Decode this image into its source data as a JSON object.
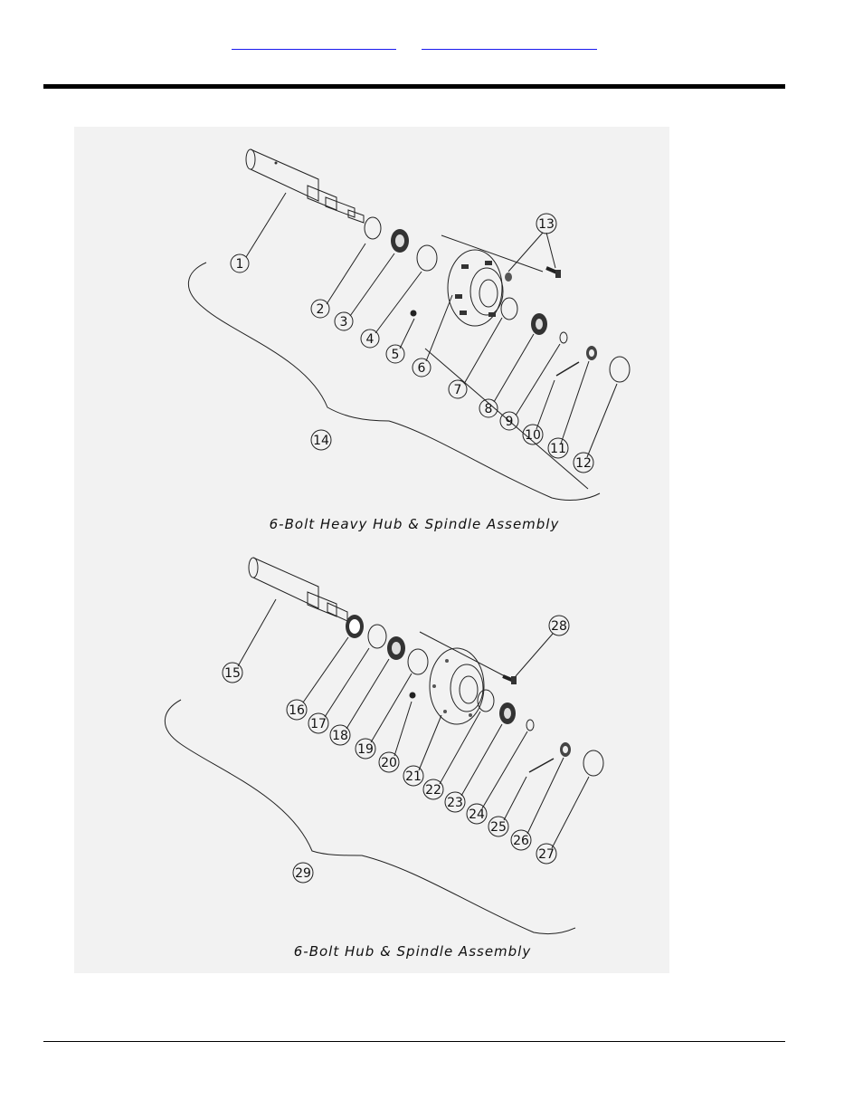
{
  "header": {
    "links": [
      {
        "label": ""
      },
      {
        "label": ""
      }
    ]
  },
  "figure": {
    "assemblies": [
      {
        "caption": "6-Bolt Heavy Hub & Spindle Assembly",
        "group_callout": "14",
        "callouts": [
          "1",
          "2",
          "3",
          "4",
          "5",
          "6",
          "7",
          "8",
          "9",
          "10",
          "11",
          "12",
          "13"
        ]
      },
      {
        "caption": "6-Bolt Hub & Spindle Assembly",
        "group_callout": "29",
        "callouts": [
          "15",
          "16",
          "17",
          "18",
          "19",
          "20",
          "21",
          "22",
          "23",
          "24",
          "25",
          "26",
          "27",
          "28"
        ]
      }
    ]
  }
}
